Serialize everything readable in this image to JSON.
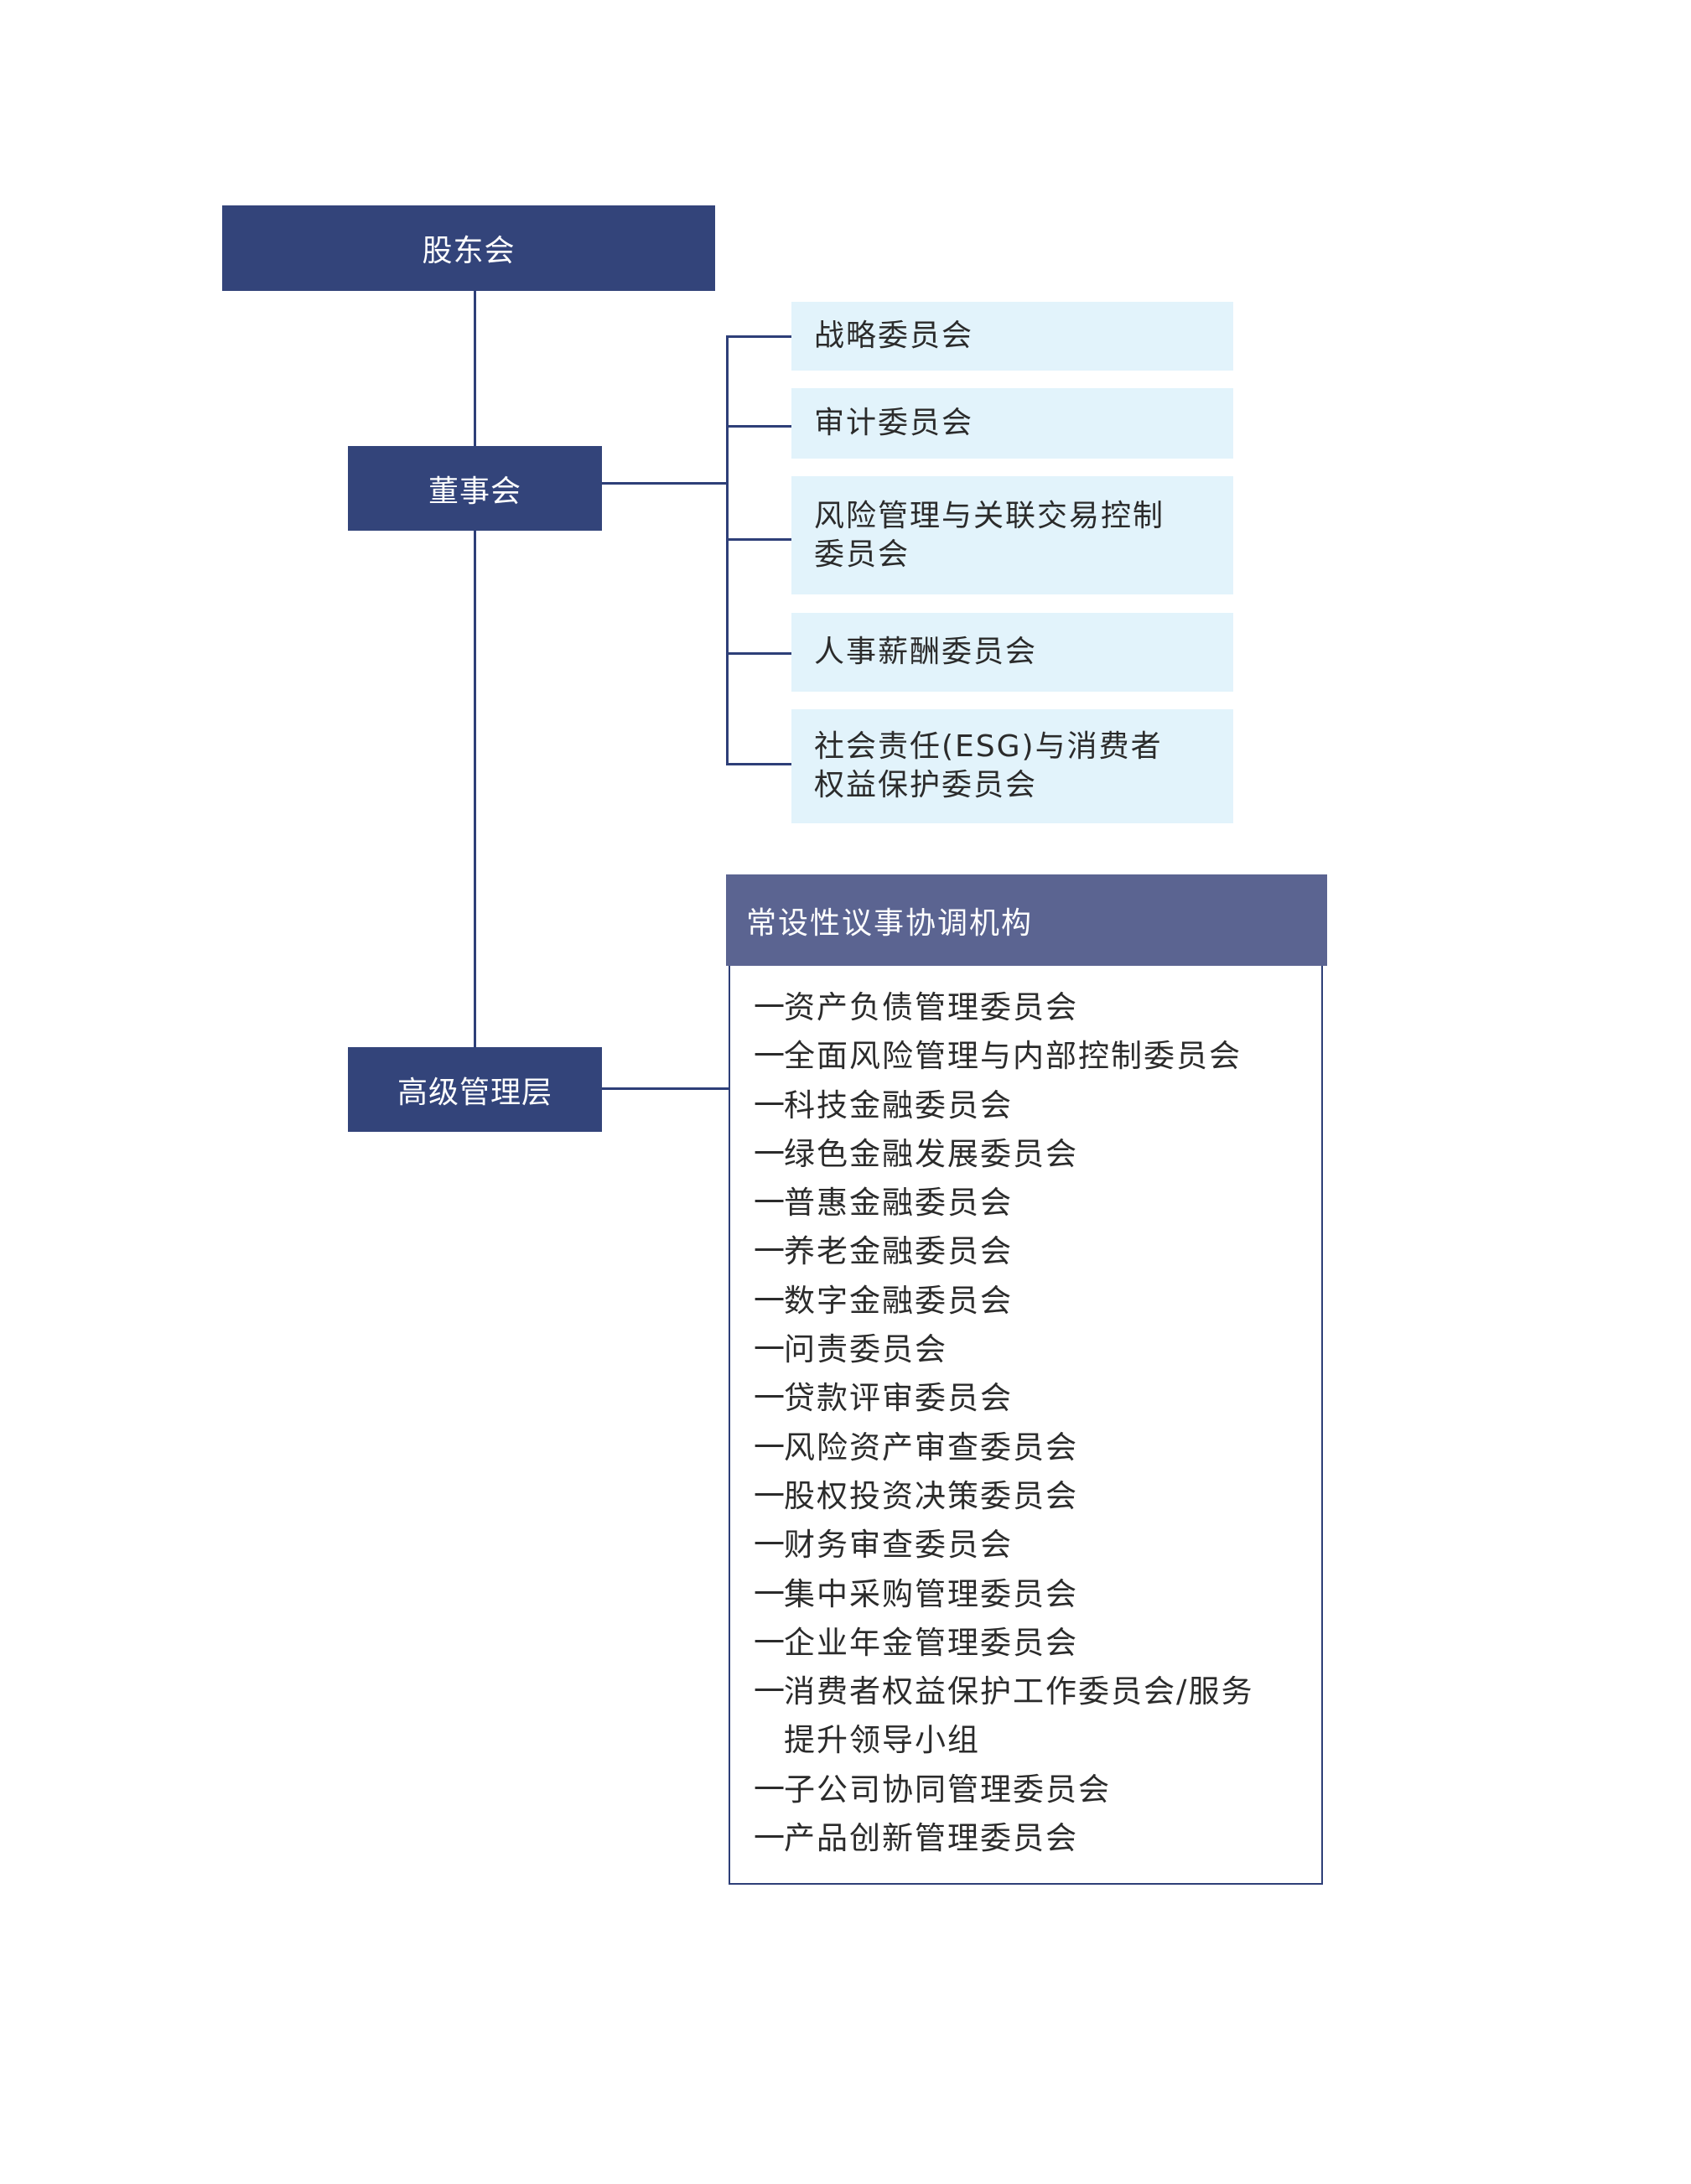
{
  "nodes": {
    "shareholders": "股东会",
    "board": "董事会",
    "senior_management": "高级管理层"
  },
  "board_committees": [
    "战略委员会",
    "审计委员会",
    "风险管理与关联交易控制\n委员会",
    "人事薪酬委员会",
    "社会责任(ESG)与消费者\n权益保护委员会"
  ],
  "standing_bodies": {
    "title": "常设性议事协调机构",
    "dash": "一",
    "items": [
      "资产负债管理委员会",
      "全面风险管理与内部控制委员会",
      "科技金融委员会",
      "绿色金融发展委员会",
      "普惠金融委员会",
      "养老金融委员会",
      "数字金融委员会",
      "问责委员会",
      "贷款评审委员会",
      "风险资产审查委员会",
      "股权投资决策委员会",
      "财务审查委员会",
      "集中采购管理委员会",
      "企业年金管理委员会",
      "消费者权益保护工作委员会/服务\n提升领导小组",
      "子公司协同管理委员会",
      "产品创新管理委员会"
    ]
  },
  "colors": {
    "dark_navy": "#33447a",
    "line": "#2e3f78",
    "light_blue": "#e2f3fb",
    "header_slate": "#5b6491"
  }
}
